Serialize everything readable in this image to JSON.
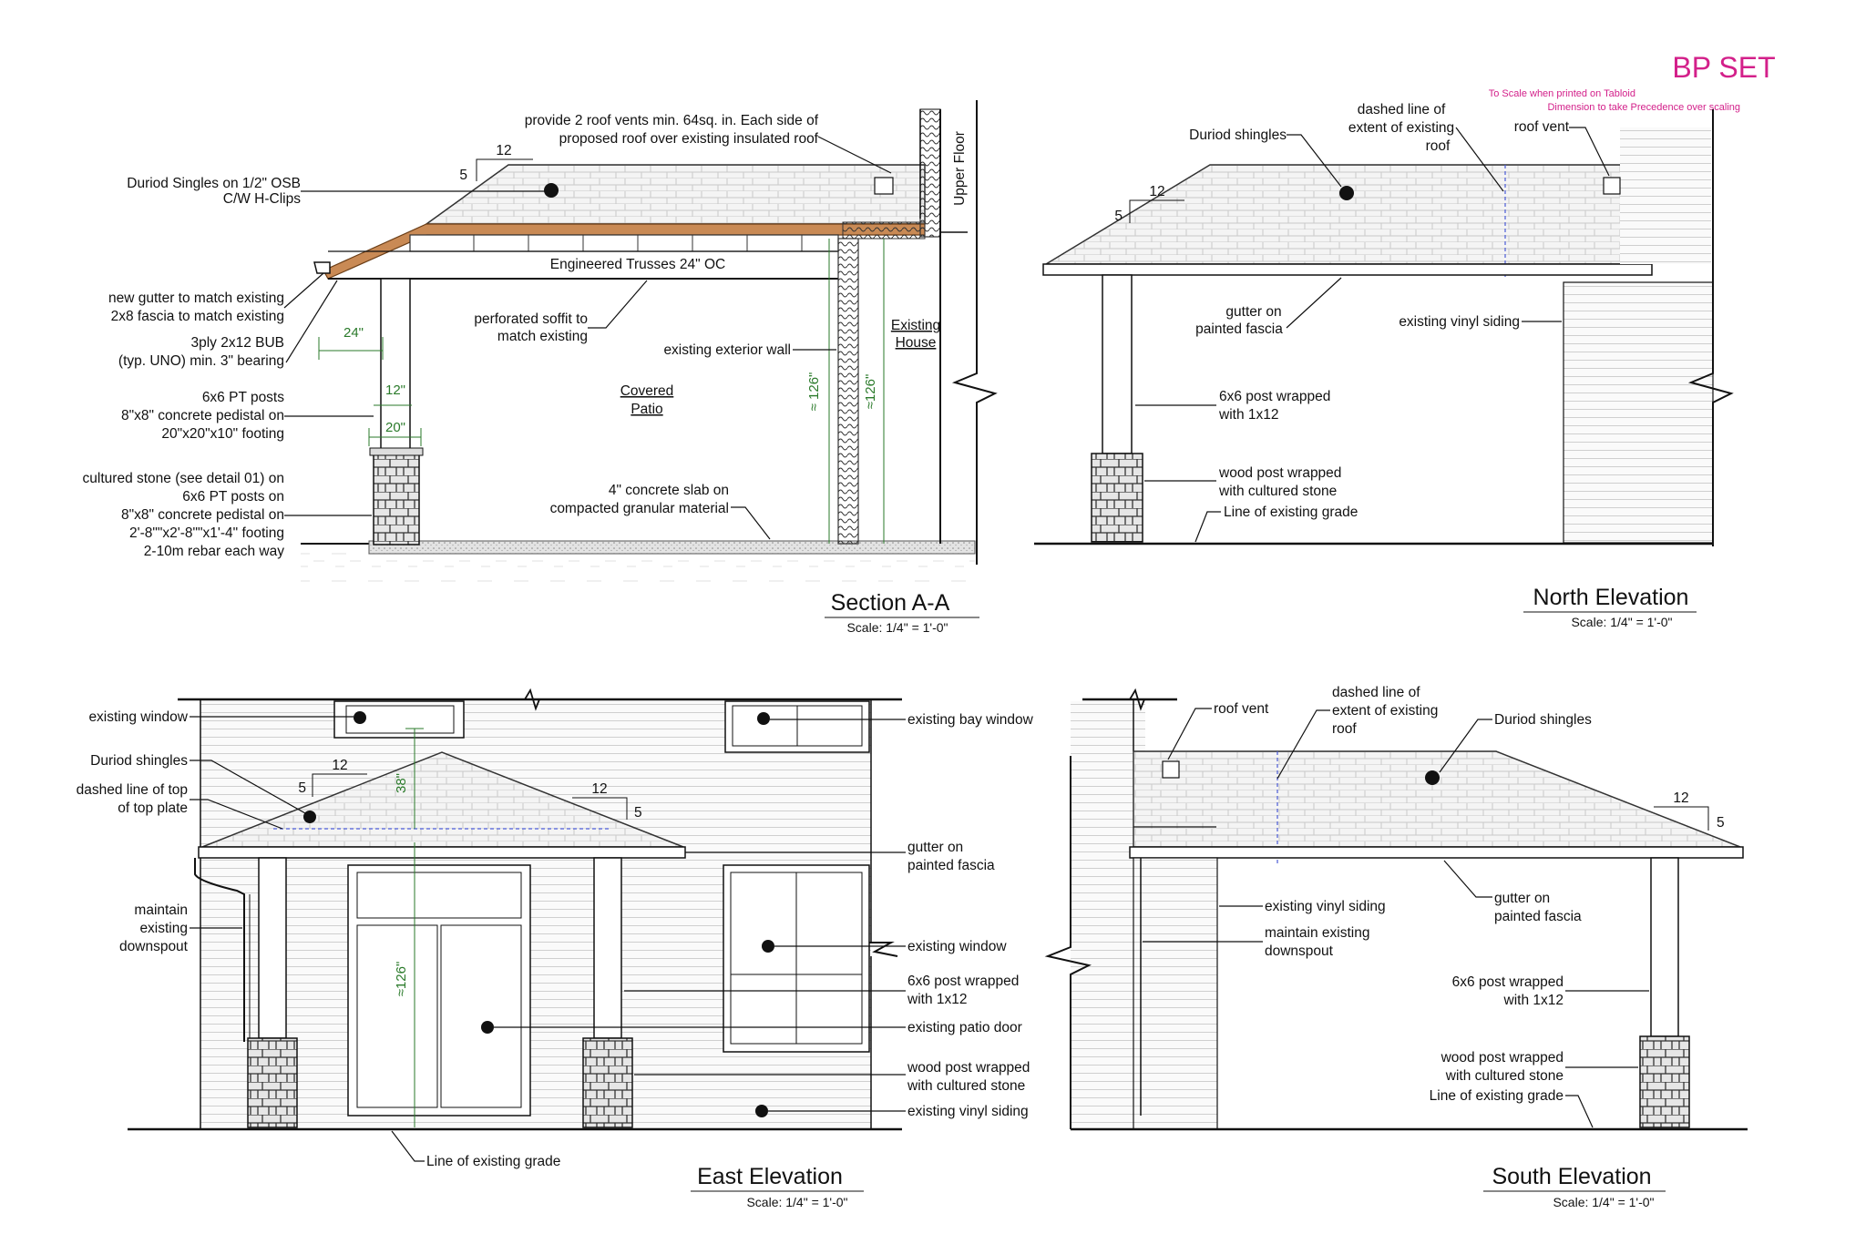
{
  "stamp": {
    "title": "BP SET",
    "note1": "To Scale when printed on Tabloid",
    "note2": "Dimension to take Precedence over scaling",
    "color": "#d3208a"
  },
  "section": {
    "title": "Section A-A",
    "scale": "Scale: 1/4\" = 1'-0\"",
    "labels": {
      "vents1": "provide 2 roof vents min. 64sq. in. Each side of",
      "vents2": "proposed roof over existing insulated roof",
      "shingles1": "Duriod Singles on 1/2\" OSB",
      "shingles2": "C/W H-Clips",
      "upper_floor": "Upper Floor",
      "trusses": "Engineered Trusses 24\" OC",
      "gutter1": "new gutter to match existing",
      "gutter2": "2x8 fascia to match existing",
      "bub1": "3ply 2x12 BUB",
      "bub2": "(typ. UNO) min. 3\" bearing",
      "posts1": "6x6 PT posts",
      "posts2": "8\"x8\" concrete pedistal on",
      "posts3": "20\"x20\"x10\" footing",
      "stone1": "cultured stone (see detail 01) on",
      "stone2": "6x6 PT posts on",
      "stone3": "8\"x8\" concrete pedistal on",
      "stone4": "2'-8\"\"x2'-8\"\"x1'-4\" footing",
      "stone5": "2-10m rebar each way",
      "soffit1": "perforated soffit to",
      "soffit2": "match existing",
      "ext_wall": "existing exterior wall",
      "patio1": "Covered",
      "patio2": "Patio",
      "house1": "Existing",
      "house2": "House",
      "slab1": "4\" concrete slab on",
      "slab2": "compacted granular material",
      "pitch_run": "12",
      "pitch_rise": "5",
      "dim_24": "24\"",
      "dim_12": "12\"",
      "dim_20": "20\"",
      "dim_126a": "≈ 126\"",
      "dim_126b": "≈126\""
    }
  },
  "north": {
    "title": "North Elevation",
    "scale": "Scale: 1/4\" = 1'-0\"",
    "labels": {
      "shingles": "Duriod shingles",
      "dashed1": "dashed line of",
      "dashed2": "extent of existing",
      "dashed3": "roof",
      "vent": "roof vent",
      "gutter1": "gutter on",
      "gutter2": "painted fascia",
      "siding": "existing vinyl siding",
      "post1": "6x6 post wrapped",
      "post2": "with 1x12",
      "stone1": "wood post wrapped",
      "stone2": "with cultured stone",
      "grade": "Line of existing grade",
      "pitch_run": "12",
      "pitch_rise": "5"
    }
  },
  "east": {
    "title": "East Elevation",
    "scale": "Scale: 1/4\" = 1'-0\"",
    "labels": {
      "window": "existing window",
      "shingles": "Duriod shingles",
      "topplate1": "dashed line of top",
      "topplate2": "of top plate",
      "downspout1": "maintain",
      "downspout2": "existing",
      "downspout3": "downspout",
      "grade": "Line of existing grade",
      "bay": "existing bay window",
      "gutter1": "gutter on",
      "gutter2": "painted fascia",
      "window2": "existing window",
      "post1": "6x6 post wrapped",
      "post2": "with 1x12",
      "door": "existing patio door",
      "stone1": "wood post wrapped",
      "stone2": "with cultured stone",
      "siding": "existing vinyl siding",
      "pitch_run_l": "12",
      "pitch_rise_l": "5",
      "pitch_run_r": "12",
      "pitch_rise_r": "5",
      "dim_38": "38\"",
      "dim_126": "≈126\""
    }
  },
  "south": {
    "title": "South Elevation",
    "scale": "Scale: 1/4\" = 1'-0\"",
    "labels": {
      "vent": "roof vent",
      "dashed1": "dashed line of",
      "dashed2": "extent of existing",
      "dashed3": "roof",
      "shingles": "Duriod shingles",
      "siding": "existing vinyl siding",
      "downspout1": "maintain existing",
      "downspout2": "downspout",
      "gutter1": "gutter on",
      "gutter2": "painted fascia",
      "post1": "6x6 post wrapped",
      "post2": "with 1x12",
      "stone1": "wood post wrapped",
      "stone2": "with cultured stone",
      "grade": "Line of existing grade",
      "pitch_run": "12",
      "pitch_rise": "5"
    }
  }
}
